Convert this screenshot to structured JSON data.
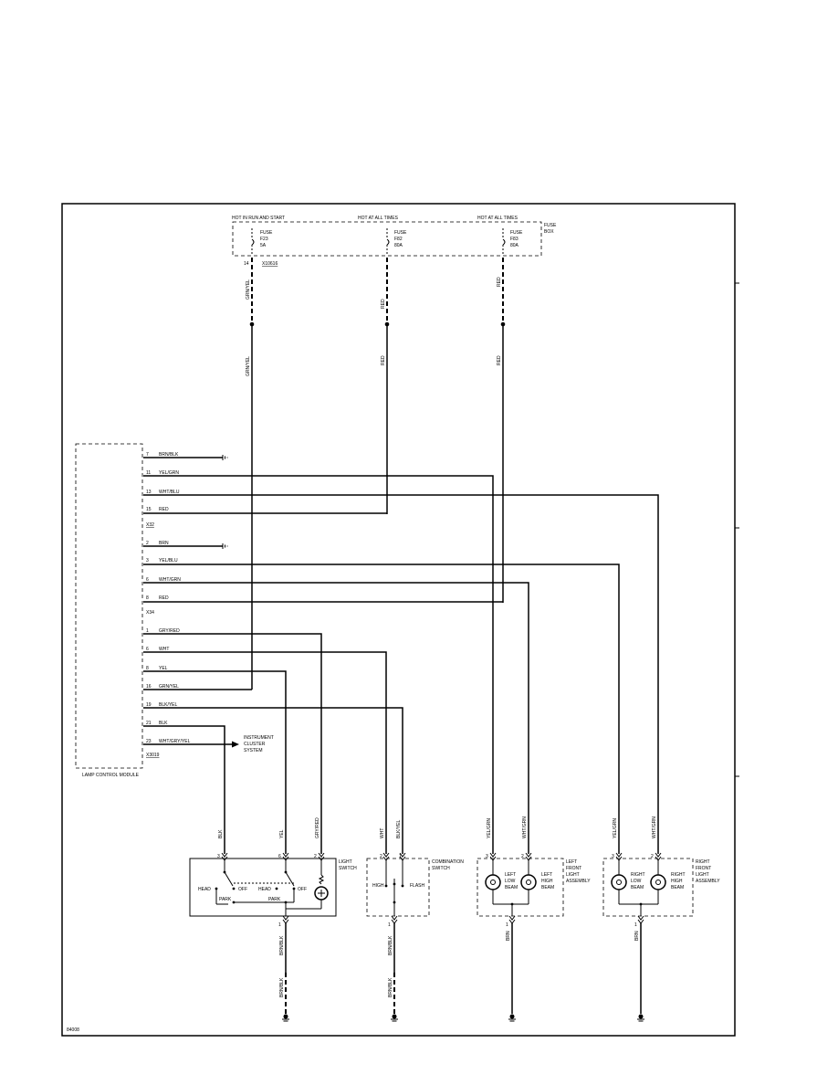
{
  "fuse_box": {
    "label_1": "FUSE",
    "label_2": "BOX",
    "supplies": [
      {
        "supply": "HOT IN RUN AND START",
        "line1": "FUSE",
        "line2": "F23",
        "line3": "5A"
      },
      {
        "supply": "HOT AT ALL TIMES",
        "line1": "FUSE",
        "line2": "F82",
        "line3": "80A"
      },
      {
        "supply": "HOT AT ALL TIMES",
        "line1": "FUSE",
        "line2": "F83",
        "line3": "80A"
      }
    ],
    "pin": "14",
    "connector": "X10616"
  },
  "vertical_wires": {
    "grn_yel": "GRN/YEL",
    "red": "RED"
  },
  "module": {
    "label": "LAMP CONTROL MODULE",
    "connector_a": "X32",
    "connector_b": "X34",
    "connector_c": "X3019",
    "rows_a": [
      {
        "pin": "7",
        "wire": "BRN/BLK"
      },
      {
        "pin": "11",
        "wire": "YEL/GRN"
      },
      {
        "pin": "13",
        "wire": "WHT/BLU"
      },
      {
        "pin": "15",
        "wire": "RED"
      }
    ],
    "rows_b": [
      {
        "pin": "2",
        "wire": "BRN"
      },
      {
        "pin": "3",
        "wire": "YEL/BLU"
      },
      {
        "pin": "6",
        "wire": "WHT/GRN"
      },
      {
        "pin": "8",
        "wire": "RED"
      }
    ],
    "rows_c": [
      {
        "pin": "1",
        "wire": "GRY/RED"
      },
      {
        "pin": "6",
        "wire": "WHT"
      },
      {
        "pin": "8",
        "wire": "YEL"
      },
      {
        "pin": "16",
        "wire": "GRN/YEL"
      },
      {
        "pin": "19",
        "wire": "BLK/YEL"
      },
      {
        "pin": "21",
        "wire": "BLK"
      },
      {
        "pin": "23",
        "wire": "WHT/GRY/YEL"
      }
    ]
  },
  "instrument_cluster": {
    "line1": "INSTRUMENT",
    "line2": "CLUSTER",
    "line3": "SYSTEM"
  },
  "light_switch": {
    "title_1": "LIGHT",
    "title_2": "SWITCH",
    "pins": [
      "3",
      "6",
      "2"
    ],
    "wires": [
      "BLK",
      "YEL",
      "GRY/RED"
    ],
    "head": "HEAD",
    "park": "PARK",
    "off": "OFF",
    "ground_pin": "1",
    "ground_wire": "BRN/BLK"
  },
  "combination_switch": {
    "title_1": "COMBINATION",
    "title_2": "SWITCH",
    "pins": [
      "2",
      "1"
    ],
    "wires": [
      "WHT",
      "BLK/YEL"
    ],
    "high": "HIGH",
    "flash": "FLASH",
    "ground_pin": "1",
    "ground_wire": "BRN/BLK"
  },
  "left_front": {
    "title_1": "LEFT",
    "title_2": "FRONT",
    "title_3": "LIGHT",
    "title_4": "ASSEMBLY",
    "pins": [
      "3",
      "2"
    ],
    "wires": [
      "YEL/GRN",
      "WHT/GRN"
    ],
    "low_1": "LEFT",
    "low_2": "LOW",
    "low_3": "BEAM",
    "high_1": "LEFT",
    "high_2": "HIGH",
    "high_3": "BEAM",
    "ground_pin": "1",
    "ground_wire": "BRN"
  },
  "right_front": {
    "title_1": "RIGHT",
    "title_2": "FRONT",
    "title_3": "LIGHT",
    "title_4": "ASSEMBLY",
    "pins": [
      "3",
      "2"
    ],
    "wires": [
      "YEL/GRN",
      "WHT/GRN"
    ],
    "low_1": "RIGHT",
    "low_2": "LOW",
    "low_3": "BEAM",
    "high_1": "RIGHT",
    "high_2": "HIGH",
    "high_3": "BEAM",
    "ground_pin": "1",
    "ground_wire": "BRN"
  },
  "figure_id": "84008"
}
